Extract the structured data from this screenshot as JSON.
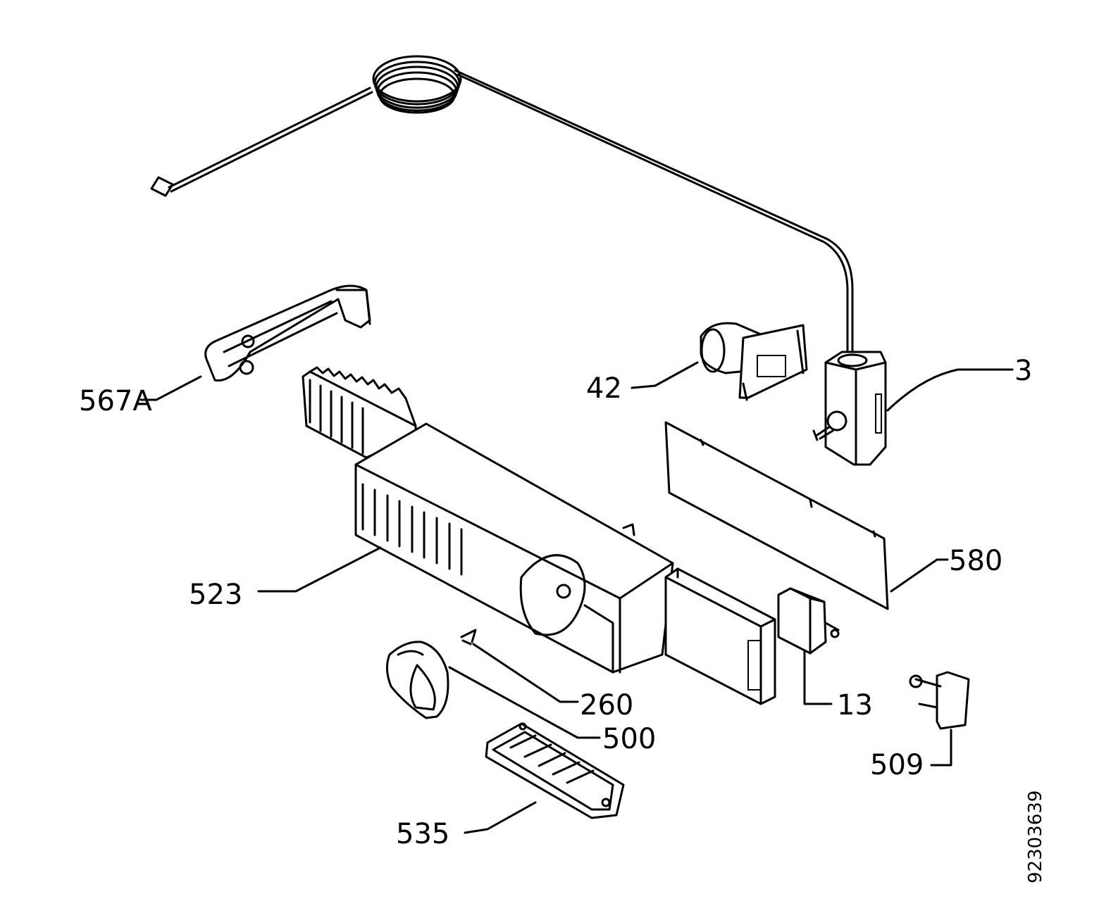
{
  "diagram": {
    "document_id": "92303639",
    "callouts": {
      "c3": "3",
      "c42": "42",
      "c567A": "567A",
      "c523": "523",
      "c580": "580",
      "c13": "13",
      "c260": "260",
      "c500": "500",
      "c509": "509",
      "c535": "535"
    }
  }
}
